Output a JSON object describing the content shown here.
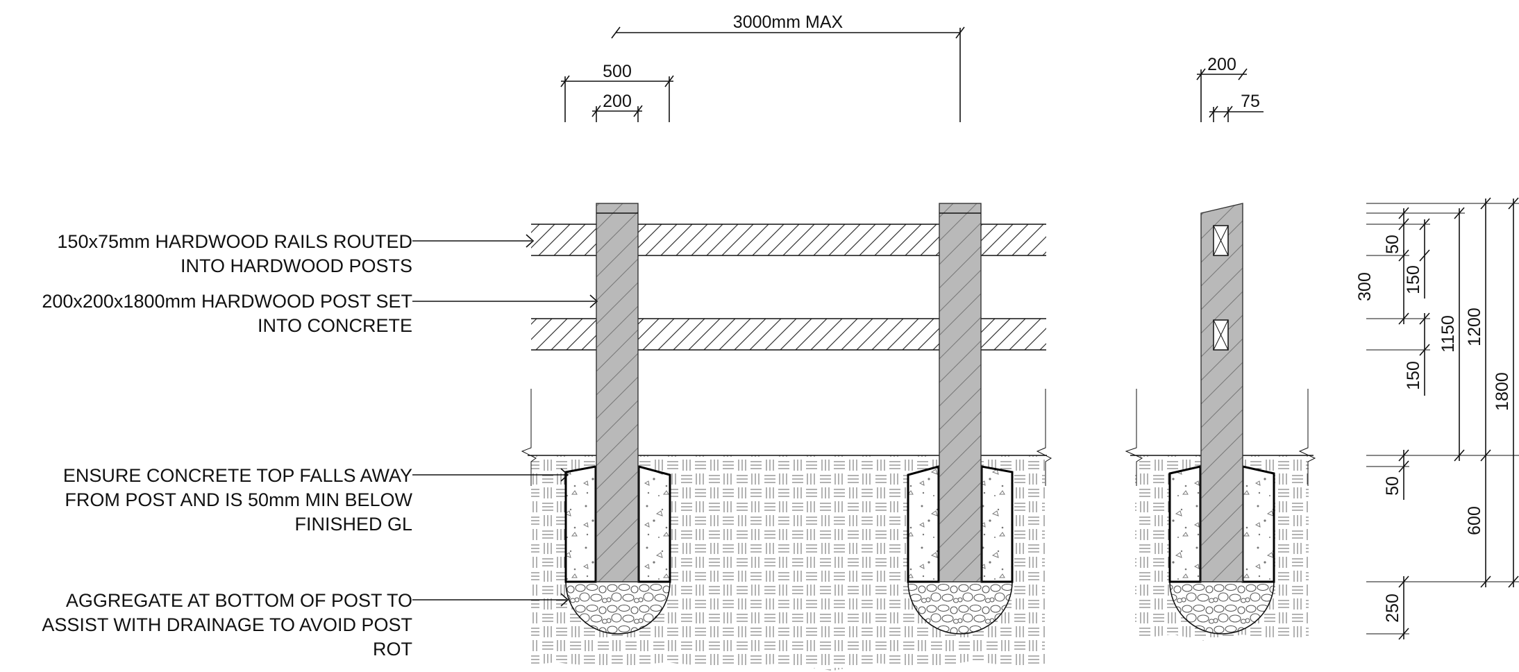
{
  "notes": {
    "rails": [
      "150x75mm HARDWOOD RAILS ROUTED",
      "INTO HARDWOOD POSTS"
    ],
    "post": [
      "200x200x1800mm HARDWOOD POST SET",
      "INTO CONCRETE"
    ],
    "concrete": [
      "ENSURE CONCRETE TOP FALLS AWAY",
      "FROM POST AND IS 50mm MIN BELOW",
      "FINISHED GL"
    ],
    "aggregate": [
      "AGGREGATE AT BOTTOM OF POST TO",
      "ASSIST WITH DRAINAGE TO AVOID POST",
      "ROT"
    ]
  },
  "dimensions": {
    "span": "3000mm MAX",
    "footing_width": "500",
    "post_width_front": "200",
    "post_width_side": "200",
    "rail_depth": "75",
    "top_to_rail": "50",
    "rail_spacing": "300",
    "rail_height_top": "150",
    "rail_height_bottom": "150",
    "lower_rail_height": "1150",
    "post_above_ground": "1200",
    "post_total": "1800",
    "concrete_recess": "50",
    "embedment": "600",
    "aggregate_depth": "250"
  },
  "colors": {
    "post_fill": "#b9b9b9",
    "line": "#111111",
    "background": "#ffffff"
  }
}
